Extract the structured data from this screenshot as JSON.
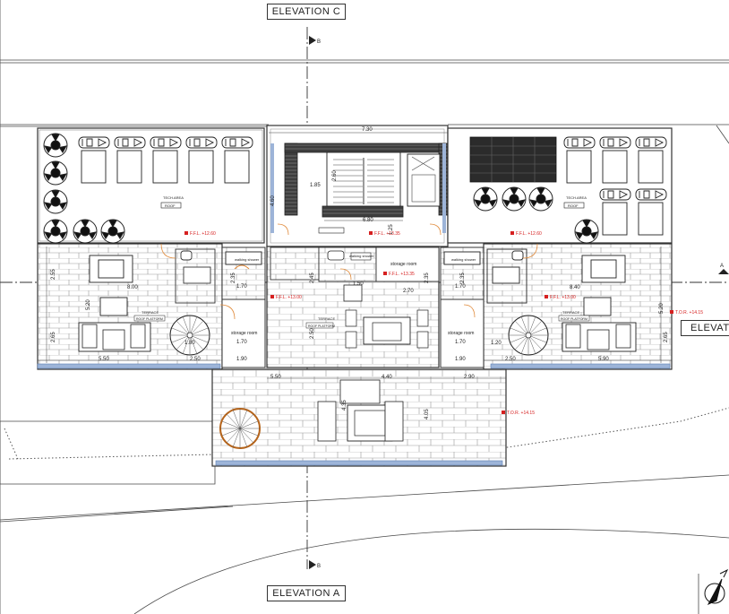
{
  "elevations": {
    "top": "ELEVATION C",
    "bottom": "ELEVATION A",
    "right": "ELEVAT"
  },
  "section_marks": {
    "b": "B",
    "a": "A"
  },
  "dimensions": {
    "stair_width": "7.30",
    "stair_a": "2.60",
    "stair_b": "1.85",
    "stair_h": "4.60",
    "stair_total": "6.80",
    "stair_small": "1.25",
    "left_terrace": "8.00",
    "left_h1": "2.55",
    "left_h2": "5.20",
    "left_h3": "2.65",
    "left_bottom": "5.50",
    "left_stair1": "1.80",
    "left_stair2": "2.50",
    "left_shower_w": "1.70",
    "left_shower_h": "2.35",
    "left_store_w": "1.70",
    "left_store_b": "1.90",
    "mid_shower": "1.50",
    "mid_store": "2.70",
    "mid_v1": "2.45",
    "mid_v2": "2.35",
    "mid_v3": "2.50",
    "right_shower_w": "1.70",
    "right_shower_h": "2.35",
    "right_store_w": "1.70",
    "right_store_b": "1.90",
    "right_terrace": "8.40",
    "right_h1": "2.65",
    "right_h2": "5.20",
    "right_bottom": "5.90",
    "right_stair1": "1.20",
    "right_stair2": "2.50",
    "low_a": "5.50",
    "low_b": "4.40",
    "low_c": "2.90",
    "low_v1": "4.35",
    "low_v2": "4.05"
  },
  "labels": {
    "storage_room": "storage room",
    "walking_shower": "walking\nshower",
    "tech_area": "TECH.AREA",
    "roof": "ROOF",
    "terrace": "TERRACE",
    "roof_platform": "ROOF PLATFORM"
  },
  "levels": {
    "ffl_left": "F.F.L. +12.60",
    "ffl_mid": "F.F.L. +13.35",
    "ffl_right": "F.F.L. +12.60",
    "ffl_mid2": "F.F.L. +13.35",
    "ffl_left2": "F.F.L. +13.00",
    "ffl_right2": "F.F.L. +13.00",
    "tor_right": "T.O.R. +14.15",
    "tor_low": "T.O.R. +14.15"
  },
  "colors": {
    "line": "#3a3a3a",
    "thin": "#8a8a8a",
    "red": "#d62020",
    "blue": "#5b7fb5",
    "orange": "#e08a3a",
    "hatch": "#555555"
  }
}
